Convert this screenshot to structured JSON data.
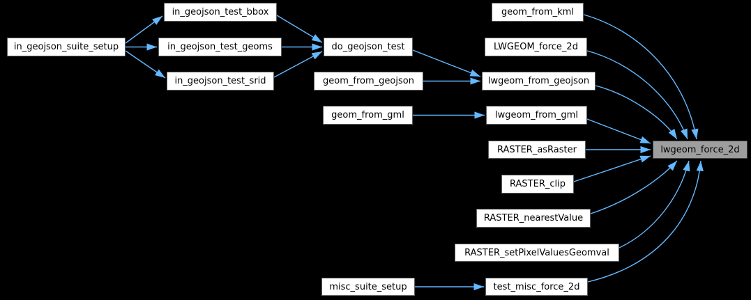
{
  "diagram": {
    "kind": "call-graph",
    "background_color": "#000000",
    "edge_color": "#63b8ff",
    "node_fill": "#ffffff",
    "node_border_color": "#606060",
    "node_text_color": "#000000",
    "highlighted_node_fill": "#9e9e9e",
    "highlighted_node": "lwgeom_force_2d",
    "nodes": [
      {
        "id": "in_geojson_suite_setup",
        "label": "in_geojson_suite_setup",
        "highlighted": false
      },
      {
        "id": "in_geojson_test_bbox",
        "label": "in_geojson_test_bbox",
        "highlighted": false
      },
      {
        "id": "in_geojson_test_geoms",
        "label": "in_geojson_test_geoms",
        "highlighted": false
      },
      {
        "id": "in_geojson_test_srid",
        "label": "in_geojson_test_srid",
        "highlighted": false
      },
      {
        "id": "do_geojson_test",
        "label": "do_geojson_test",
        "highlighted": false
      },
      {
        "id": "geom_from_kml",
        "label": "geom_from_kml",
        "highlighted": false
      },
      {
        "id": "LWGEOM_force_2d",
        "label": "LWGEOM_force_2d",
        "highlighted": false
      },
      {
        "id": "geom_from_geojson",
        "label": "geom_from_geojson",
        "highlighted": false
      },
      {
        "id": "lwgeom_from_geojson",
        "label": "lwgeom_from_geojson",
        "highlighted": false
      },
      {
        "id": "geom_from_gml",
        "label": "geom_from_gml",
        "highlighted": false
      },
      {
        "id": "lwgeom_from_gml",
        "label": "lwgeom_from_gml",
        "highlighted": false
      },
      {
        "id": "RASTER_asRaster",
        "label": "RASTER_asRaster",
        "highlighted": false
      },
      {
        "id": "RASTER_clip",
        "label": "RASTER_clip",
        "highlighted": false
      },
      {
        "id": "RASTER_nearestValue",
        "label": "RASTER_nearestValue",
        "highlighted": false
      },
      {
        "id": "RASTER_setPixelValuesGeomval",
        "label": "RASTER_setPixelValuesGeomval",
        "highlighted": false
      },
      {
        "id": "misc_suite_setup",
        "label": "misc_suite_setup",
        "highlighted": false
      },
      {
        "id": "test_misc_force_2d",
        "label": "test_misc_force_2d",
        "highlighted": false
      },
      {
        "id": "lwgeom_force_2d",
        "label": "lwgeom_force_2d",
        "highlighted": true
      }
    ],
    "edges": [
      {
        "from": "in_geojson_suite_setup",
        "to": "in_geojson_test_bbox"
      },
      {
        "from": "in_geojson_suite_setup",
        "to": "in_geojson_test_geoms"
      },
      {
        "from": "in_geojson_suite_setup",
        "to": "in_geojson_test_srid"
      },
      {
        "from": "in_geojson_test_bbox",
        "to": "do_geojson_test"
      },
      {
        "from": "in_geojson_test_geoms",
        "to": "do_geojson_test"
      },
      {
        "from": "in_geojson_test_srid",
        "to": "do_geojson_test"
      },
      {
        "from": "do_geojson_test",
        "to": "lwgeom_from_geojson"
      },
      {
        "from": "geom_from_geojson",
        "to": "lwgeom_from_geojson"
      },
      {
        "from": "geom_from_gml",
        "to": "lwgeom_from_gml"
      },
      {
        "from": "misc_suite_setup",
        "to": "test_misc_force_2d"
      },
      {
        "from": "geom_from_kml",
        "to": "lwgeom_force_2d"
      },
      {
        "from": "LWGEOM_force_2d",
        "to": "lwgeom_force_2d"
      },
      {
        "from": "lwgeom_from_geojson",
        "to": "lwgeom_force_2d"
      },
      {
        "from": "lwgeom_from_gml",
        "to": "lwgeom_force_2d"
      },
      {
        "from": "RASTER_asRaster",
        "to": "lwgeom_force_2d"
      },
      {
        "from": "RASTER_clip",
        "to": "lwgeom_force_2d"
      },
      {
        "from": "RASTER_nearestValue",
        "to": "lwgeom_force_2d"
      },
      {
        "from": "RASTER_setPixelValuesGeomval",
        "to": "lwgeom_force_2d"
      },
      {
        "from": "test_misc_force_2d",
        "to": "lwgeom_force_2d"
      }
    ]
  }
}
